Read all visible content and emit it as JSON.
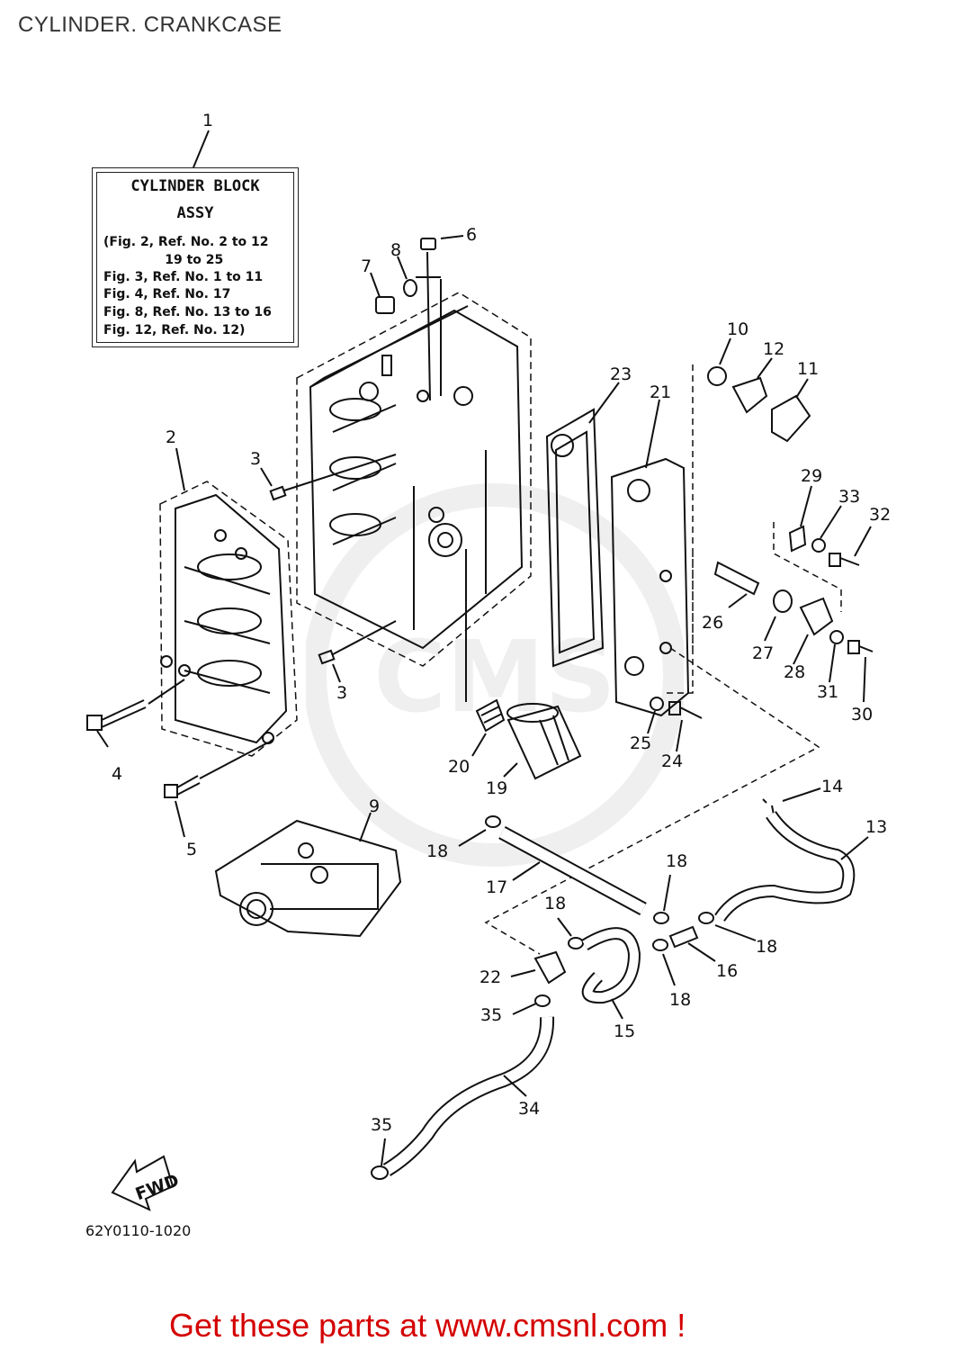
{
  "title": "CYLINDER. CRANKCASE",
  "info_box": {
    "title_line1": "CYLINDER BLOCK",
    "title_line2": "ASSY",
    "lines": [
      "(Fig. 2, Ref. No. 2 to 12",
      "              19 to 25",
      "Fig. 3, Ref. No. 1 to 11",
      "Fig. 4, Ref. No. 17",
      "Fig. 8, Ref. No. 13 to 16",
      "Fig. 12, Ref. No. 12)"
    ]
  },
  "part_labels": [
    "1",
    "2",
    "3",
    "3",
    "4",
    "5",
    "6",
    "7",
    "8",
    "9",
    "10",
    "11",
    "12",
    "13",
    "14",
    "15",
    "16",
    "17",
    "18",
    "18",
    "18",
    "18",
    "18",
    "18",
    "19",
    "20",
    "21",
    "22",
    "23",
    "24",
    "25",
    "26",
    "27",
    "28",
    "29",
    "30",
    "31",
    "32",
    "33",
    "34",
    "35",
    "35"
  ],
  "fwd_label": "FWD",
  "diagram_code": "62Y0110-1020",
  "promo_text": "Get these parts at www.cmsnl.com !",
  "watermark_text": "CMS",
  "colors": {
    "line": "#111111",
    "promo": "#d40000",
    "watermark": "#888888"
  }
}
